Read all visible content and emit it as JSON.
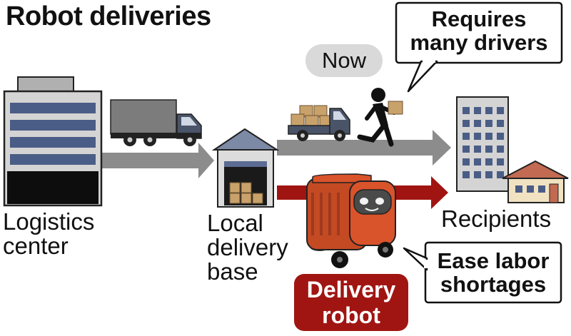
{
  "title": "Robot deliveries",
  "now_label": "Now",
  "callouts": {
    "drivers": [
      "Requires",
      "many drivers"
    ],
    "labor": [
      "Ease labor",
      "shortages"
    ]
  },
  "nodes": {
    "logistics": [
      "Logistics",
      "center"
    ],
    "local_base": [
      "Local",
      "delivery",
      "base"
    ],
    "recipients": "Recipients"
  },
  "robot_label": [
    "Delivery",
    "robot"
  ],
  "colors": {
    "arrow_gray": "#8c8c8c",
    "arrow_red": "#a01512",
    "robot_orange": "#d9532b",
    "truck_gray": "#7c7c7c",
    "truck_cab": "#4a5468",
    "building_blue": "#4a5d86",
    "house_roof": "#c26a52"
  },
  "icons": [
    "building-icon",
    "truck-icon",
    "warehouse-icon",
    "pickup-truck-icon",
    "courier-icon",
    "apartment-icon",
    "house-icon",
    "robot-icon"
  ]
}
